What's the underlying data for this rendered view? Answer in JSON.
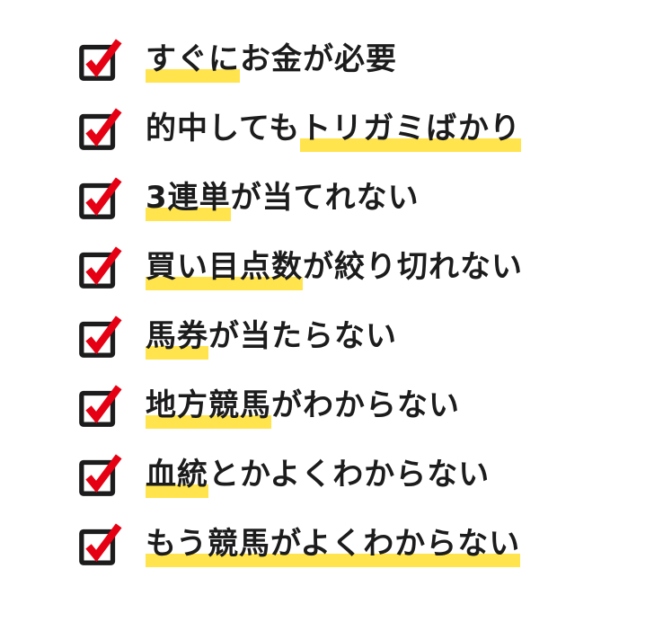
{
  "colors": {
    "text": "#1c1c1c",
    "box": "#1c1c1c",
    "check": "#e60013",
    "highlight": "#ffe44d",
    "bg": "#ffffff"
  },
  "checklist": {
    "items": [
      {
        "pre": "",
        "highlight": "すぐに",
        "post": "お金が必要"
      },
      {
        "pre": "的中しても",
        "highlight": "トリガミばかり",
        "post": ""
      },
      {
        "pre": "",
        "highlight": "3連単",
        "post": "が当てれない"
      },
      {
        "pre": "",
        "highlight": "買い目点数",
        "post": "が絞り切れない"
      },
      {
        "pre": "",
        "highlight": "馬券",
        "post": "が当たらない"
      },
      {
        "pre": "",
        "highlight": "地方競馬",
        "post": "がわからない"
      },
      {
        "pre": "",
        "highlight": "血統",
        "post": "とかよくわからない"
      },
      {
        "pre": "",
        "highlight": "もう競馬がよくわからない",
        "post": ""
      }
    ]
  }
}
